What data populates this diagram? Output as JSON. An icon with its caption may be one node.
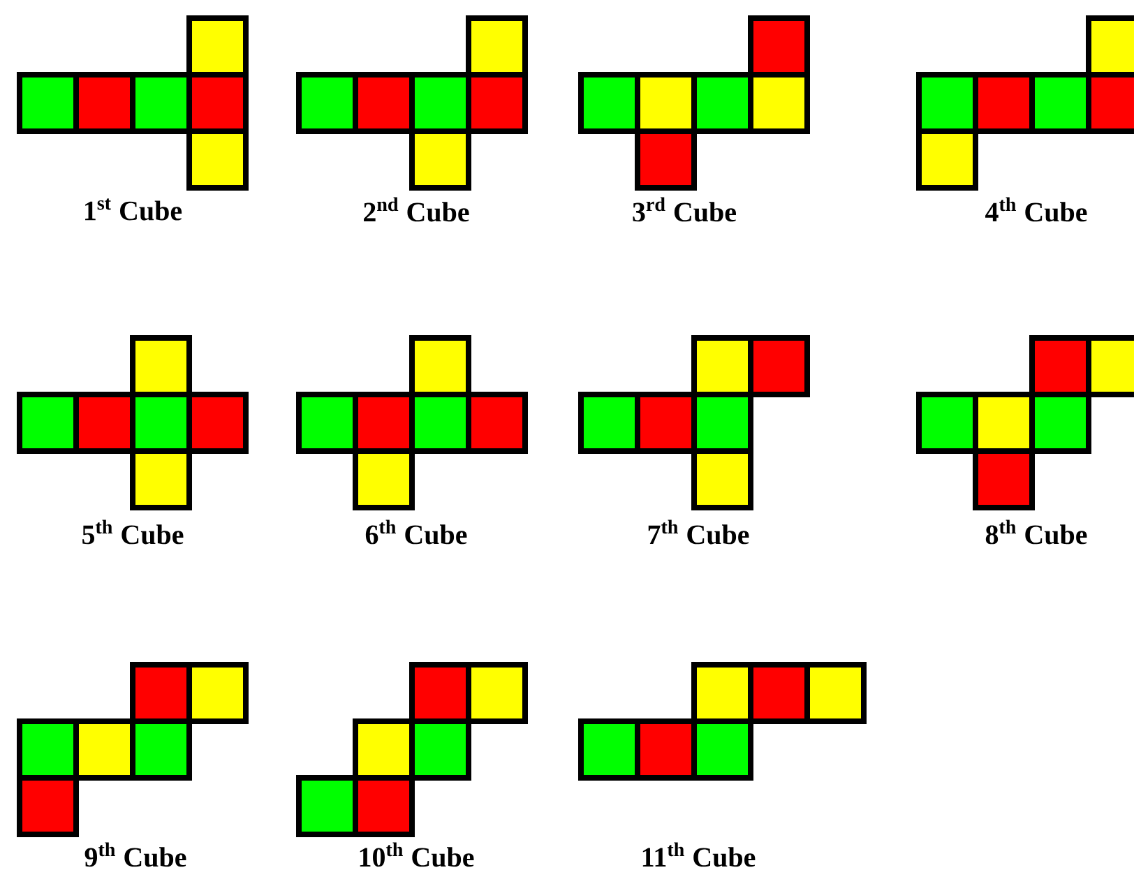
{
  "diagram": {
    "labels": [
      "1$^{st}$ Cube",
      "2$^{nd}$ Cube",
      "3$^{rd}$ Cube",
      "4$^{th}$ Cube",
      "5$^{th}$ Cube",
      "6$^{th}$ Cube",
      "7$^{th}$ Cube",
      "8$^{th}$ Cube",
      "9$^{th}$ Cube",
      "10$^{th}$ Cube",
      "11$^{th}$ Cube"
    ]
  }
}
